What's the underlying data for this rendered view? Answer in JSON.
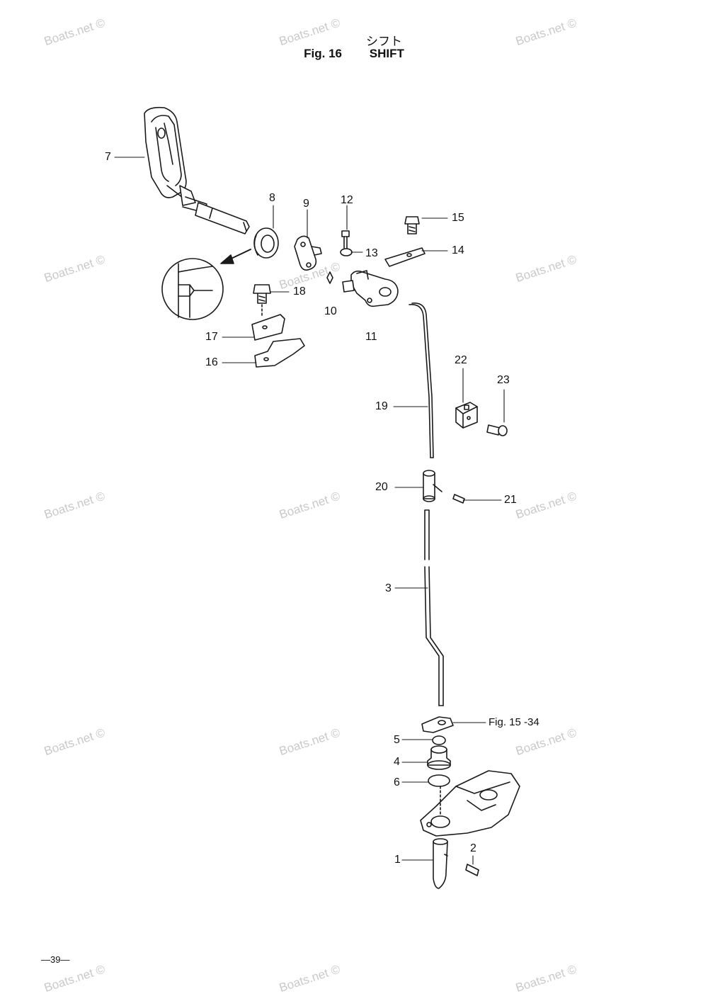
{
  "header": {
    "title_jp": "シフト",
    "fig_label": "Fig. 16",
    "title_en": "SHIFT"
  },
  "callouts": {
    "c1": "1",
    "c2": "2",
    "c3": "3",
    "c4": "4",
    "c5": "5",
    "c6": "6",
    "c7": "7",
    "c8": "8",
    "c9": "9",
    "c10": "10",
    "c11": "11",
    "c12": "12",
    "c13": "13",
    "c14": "14",
    "c15": "15",
    "c16": "16",
    "c17": "17",
    "c18": "18",
    "c19": "19",
    "c20": "20",
    "c21": "21",
    "c22": "22",
    "c23": "23",
    "fig_ref": "Fig. 15 -34"
  },
  "footer": {
    "page_number": "—39—"
  },
  "watermark": {
    "text": "Boats.net ©"
  },
  "colors": {
    "line": "#1a1a1a",
    "watermark": "#c9c9c9"
  }
}
